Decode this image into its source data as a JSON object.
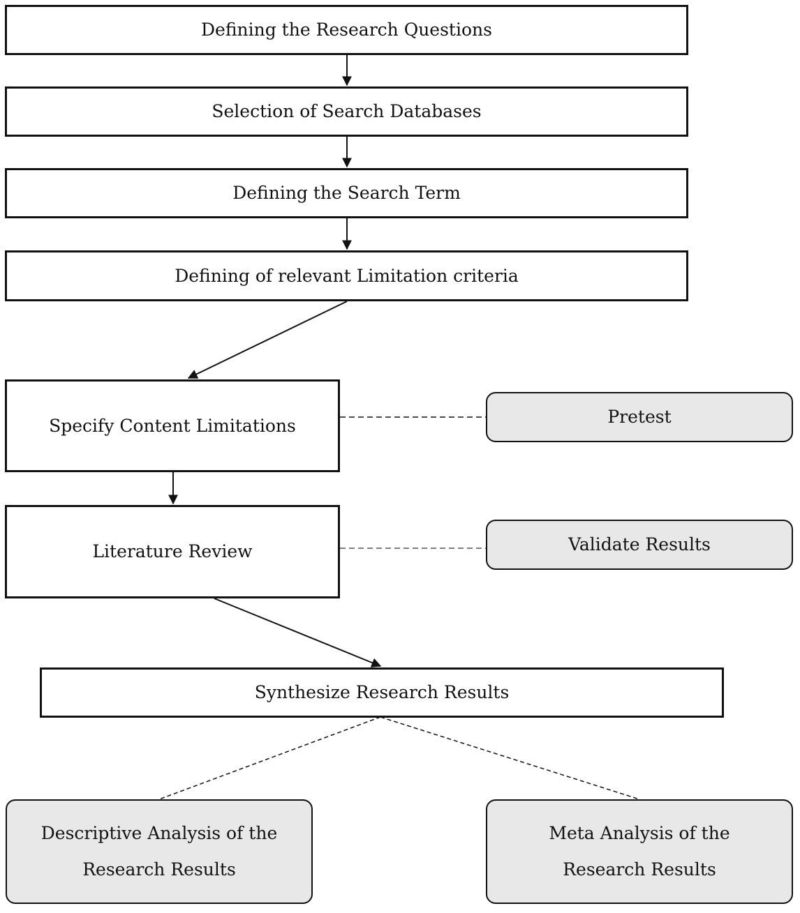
{
  "diagram": {
    "steps": {
      "research_questions": "Defining the Research Questions",
      "search_databases": "Selection of Search Databases",
      "search_term": "Defining the Search Term",
      "limitation_criteria": "Defining of relevant Limitation criteria",
      "content_limitations": "Specify Content Limitations",
      "literature_review": "Literature Review",
      "synthesize_results": "Synthesize Research Results"
    },
    "side_tasks": {
      "pretest": "Pretest",
      "validate_results": "Validate Results"
    },
    "outcomes": {
      "descriptive_analysis": "Descriptive Analysis of the\nResearch Results",
      "meta_analysis": "Meta Analysis of the\nResearch Results"
    },
    "colors": {
      "line": "#111111",
      "side_box_fill": "#e8e8e8",
      "main_box_fill": "#ffffff"
    }
  }
}
